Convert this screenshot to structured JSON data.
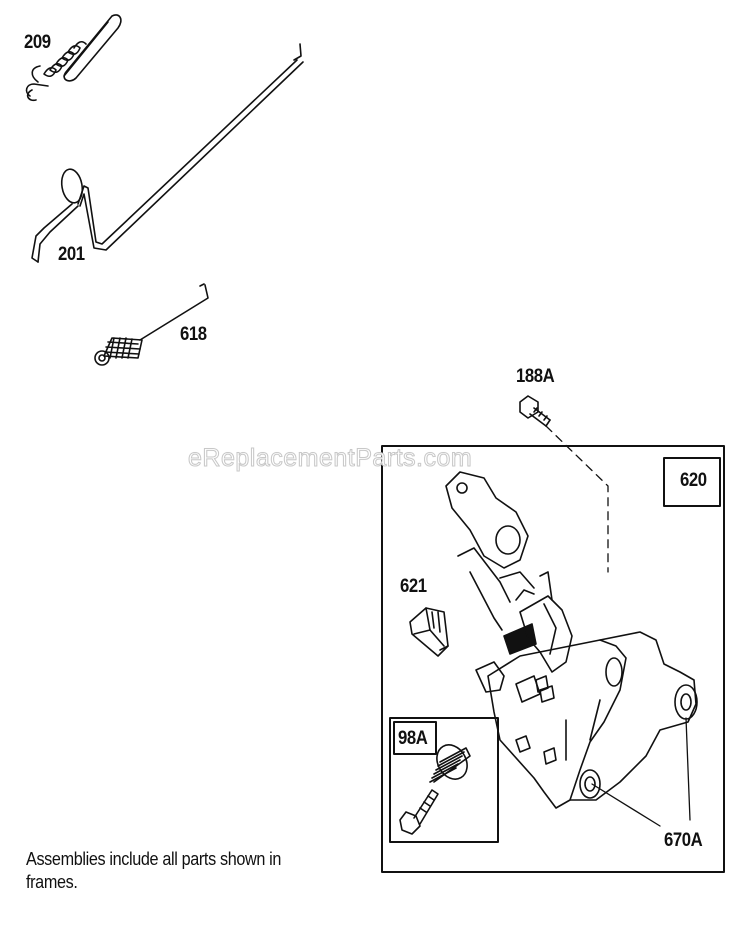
{
  "watermark": "eReplacementParts.com",
  "callouts": {
    "p209": "209",
    "p201": "201",
    "p618": "618",
    "p188a": "188A",
    "p620": "620",
    "p621": "621",
    "p98a": "98A",
    "p670a": "670A"
  },
  "note": "Assemblies include all parts shown in frames."
}
